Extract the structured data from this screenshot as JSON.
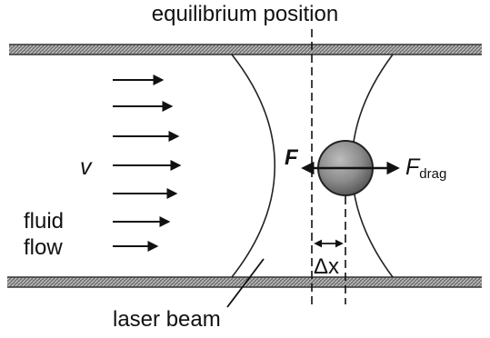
{
  "labels": {
    "title": "equilibrium position",
    "velocity": "v",
    "fluid_line1": "fluid",
    "fluid_line2": "flow",
    "laser_beam": "laser beam",
    "restoring_force": "F",
    "drag_force_symbol": "F",
    "drag_force_subscript": "drag",
    "displacement": "Δx"
  },
  "colors": {
    "ink": "#111111",
    "channel_wall": "#5a5a5a",
    "bead_fill": "#8c8c8c",
    "bead_highlight": "#bdbdbd"
  },
  "icons": {
    "flow_arrows": "right-arrow",
    "bead": "circle"
  }
}
